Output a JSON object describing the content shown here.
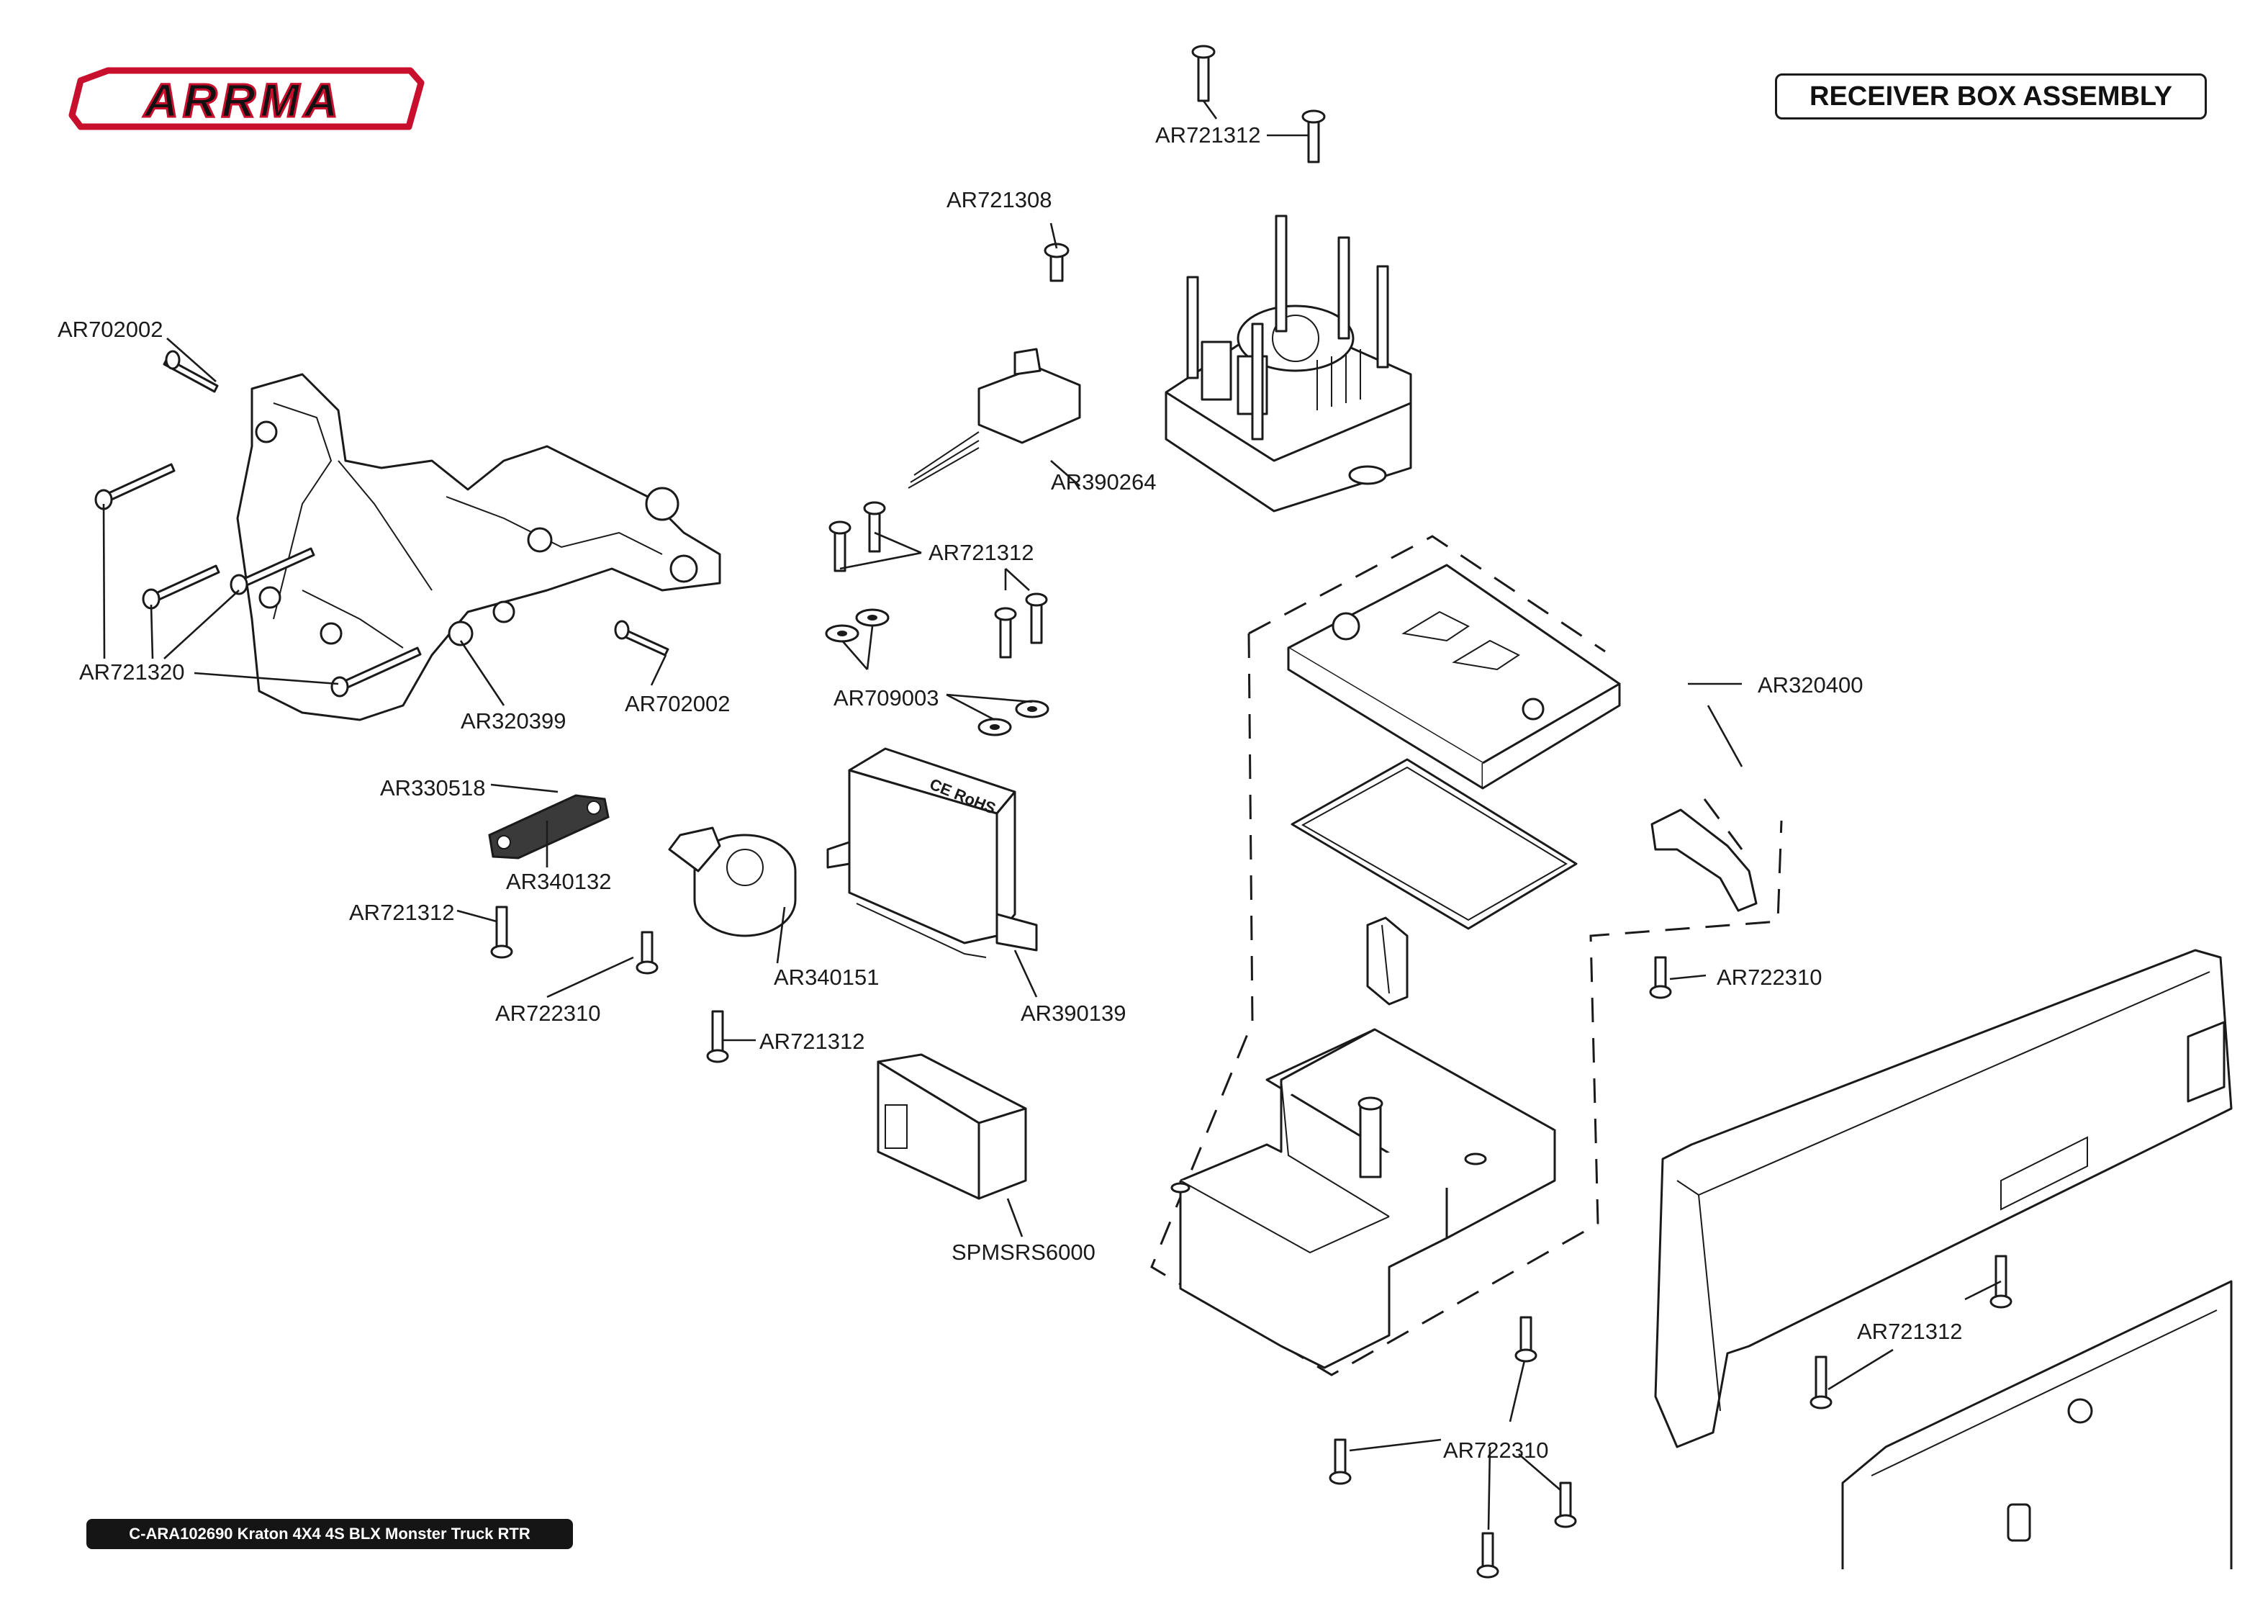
{
  "brand": {
    "logo_text": "ARRMA",
    "accent_color": "#c8102e"
  },
  "header": {
    "title": "RECEIVER BOX ASSEMBLY"
  },
  "footer": {
    "caption": "C-ARA102690 Kraton 4X4 4S BLX Monster Truck RTR"
  },
  "parts": [
    {
      "label": "AR721312"
    },
    {
      "label": "AR721308"
    },
    {
      "label": "AR702002"
    },
    {
      "label": "AR390264"
    },
    {
      "label": "AR721312"
    },
    {
      "label": "AR721320"
    },
    {
      "label": "AR320399"
    },
    {
      "label": "AR702002"
    },
    {
      "label": "AR709003"
    },
    {
      "label": "AR320400"
    },
    {
      "label": "AR330518"
    },
    {
      "label": "AR340132"
    },
    {
      "label": "AR721312"
    },
    {
      "label": "AR340151"
    },
    {
      "label": "AR390139"
    },
    {
      "label": "AR722310"
    },
    {
      "label": "AR722310"
    },
    {
      "label": "AR721312"
    },
    {
      "label": "SPMSRS6000"
    },
    {
      "label": "AR721312"
    },
    {
      "label": "AR722310"
    }
  ]
}
